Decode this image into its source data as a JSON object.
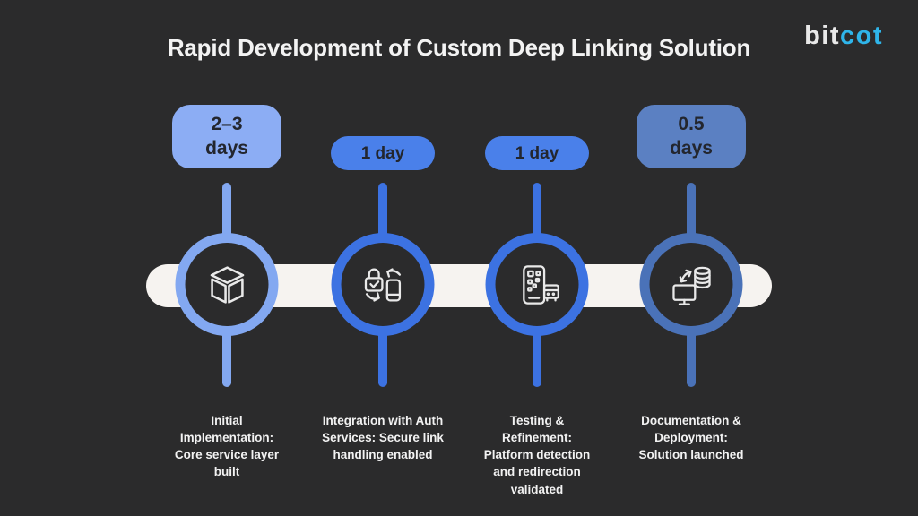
{
  "page": {
    "title": "Rapid Development of Custom Deep Linking Solution",
    "background_color": "#2b2b2c"
  },
  "logo": {
    "text_primary": "bit",
    "text_accent": "cot",
    "accent_color": "#2fb5ea"
  },
  "timeline": {
    "bar_color": "#f6f3f0",
    "icon_stroke_color": "#e9e9e9",
    "milestones": [
      {
        "duration": "2–3\ndays",
        "badge_color": "#8cadf4",
        "accent_color": "#83a8f1",
        "icon": "cube-icon",
        "label": "Initial\nImplementation:\nCore service layer\nbuilt"
      },
      {
        "duration": "1 day",
        "badge_color": "#4a80ea",
        "accent_color": "#3c72e2",
        "icon": "auth-sync-icon",
        "label": "Integration with Auth\nServices: Secure link\nhandling enabled"
      },
      {
        "duration": "1 day",
        "badge_color": "#4a80ea",
        "accent_color": "#3c72e2",
        "icon": "device-testing-icon",
        "label": "Testing &\nRefinement:\nPlatform detection\nand redirection\nvalidated"
      },
      {
        "duration": "0.5\ndays",
        "badge_color": "#5b80c2",
        "accent_color": "#4a72b8",
        "icon": "deploy-database-icon",
        "label": "Documentation &\nDeployment:\nSolution launched"
      }
    ]
  }
}
